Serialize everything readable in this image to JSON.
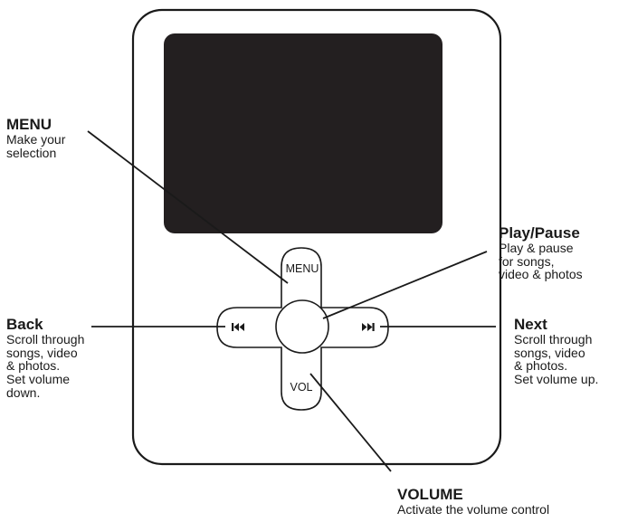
{
  "device": {
    "buttons": {
      "menu_label": "MENU",
      "vol_label": "VOL",
      "back_icon": "rewind-icon",
      "next_icon": "fast-forward-icon"
    }
  },
  "callouts": {
    "menu": {
      "title": "MENU",
      "lines": [
        "Make your",
        "selection"
      ]
    },
    "play_pause": {
      "title": "Play/Pause",
      "lines": [
        "Play & pause",
        "for songs,",
        "video & photos"
      ]
    },
    "back": {
      "title": "Back",
      "lines": [
        "Scroll through",
        "songs, video",
        "& photos.",
        "Set volume",
        "down."
      ]
    },
    "next": {
      "title": "Next",
      "lines": [
        "Scroll through",
        "songs, video",
        "& photos.",
        "Set volume up."
      ]
    },
    "volume": {
      "title": "VOLUME",
      "lines": [
        "Activate the volume control"
      ]
    }
  },
  "colors": {
    "screen": "#231f20",
    "outline": "#1a1a1a",
    "body": "#ffffff"
  }
}
